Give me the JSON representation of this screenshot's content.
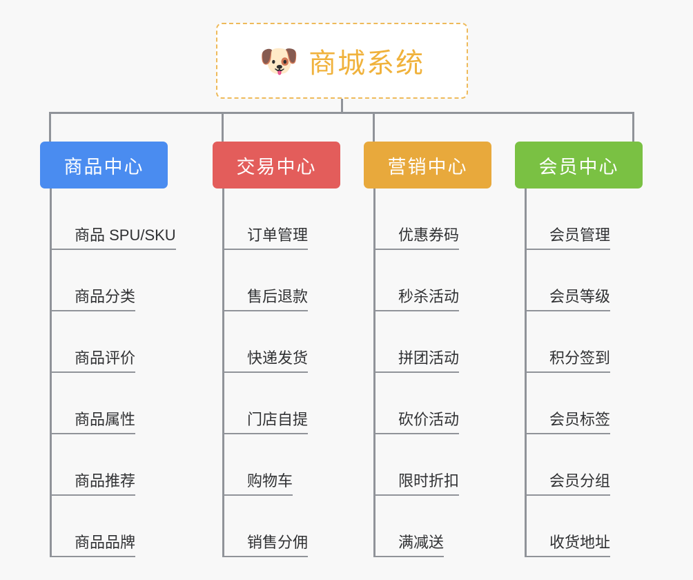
{
  "background_color": "#f8f8f8",
  "line_color": "#909399",
  "root": {
    "icon": "dog-face-emoji",
    "emoji": "🐶",
    "title": "商城系统",
    "title_color": "#f0b23c",
    "border_color": "#eeba5a",
    "border_style": "dashed"
  },
  "categories": [
    {
      "label": "商品中心",
      "color": "#4a8cf0",
      "items": [
        "商品 SPU/SKU",
        "商品分类",
        "商品评价",
        "商品属性",
        "商品推荐",
        "商品品牌"
      ]
    },
    {
      "label": "交易中心",
      "color": "#e35d5b",
      "items": [
        "订单管理",
        "售后退款",
        "快递发货",
        "门店自提",
        "购物车",
        "销售分佣"
      ]
    },
    {
      "label": "营销中心",
      "color": "#e8a93c",
      "items": [
        "优惠券码",
        "秒杀活动",
        "拼团活动",
        "砍价活动",
        "限时折扣",
        "满减送"
      ]
    },
    {
      "label": "会员中心",
      "color": "#7ac143",
      "items": [
        "会员管理",
        "会员等级",
        "积分签到",
        "会员标签",
        "会员分组",
        "收货地址"
      ]
    }
  ]
}
